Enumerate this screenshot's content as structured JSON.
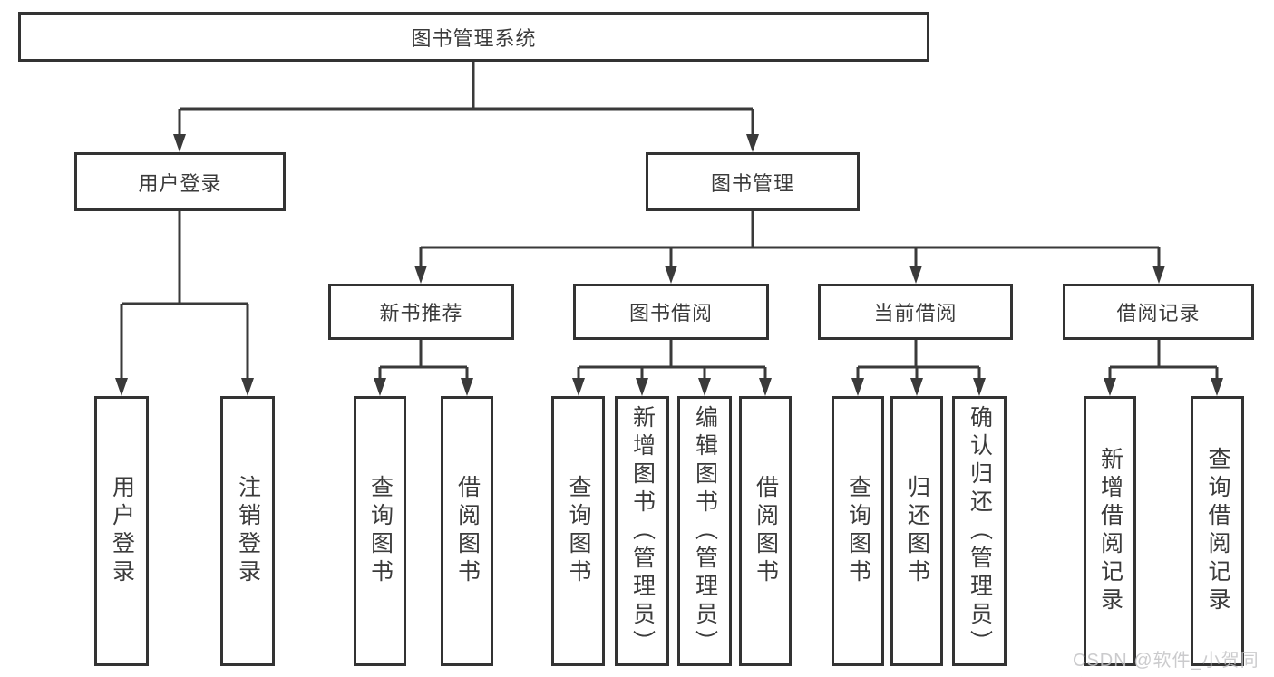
{
  "tree": {
    "label": "图书管理系统",
    "children": [
      {
        "label": "用户登录",
        "children": [
          {
            "label": "用户登录"
          },
          {
            "label": "注销登录"
          }
        ]
      },
      {
        "label": "图书管理",
        "children": [
          {
            "label": "新书推荐",
            "children": [
              {
                "label": "查询图书"
              },
              {
                "label": "借阅图书"
              }
            ]
          },
          {
            "label": "图书借阅",
            "children": [
              {
                "label": "查询图书"
              },
              {
                "label": "新增图书（管理员）"
              },
              {
                "label": "编辑图书（管理员）"
              },
              {
                "label": "借阅图书"
              }
            ]
          },
          {
            "label": "当前借阅",
            "children": [
              {
                "label": "查询图书"
              },
              {
                "label": "归还图书"
              },
              {
                "label": "确认归还（管理员）"
              }
            ]
          },
          {
            "label": "借阅记录",
            "children": [
              {
                "label": "新增借阅记录"
              },
              {
                "label": "查询借阅记录"
              }
            ]
          }
        ]
      }
    ]
  },
  "watermark": "CSDN @软件_小贺同学",
  "colors": {
    "line": "#3a3a3a",
    "box_border": "#333333",
    "text": "#3b3b3b",
    "watermark": "#c3c3c5"
  }
}
